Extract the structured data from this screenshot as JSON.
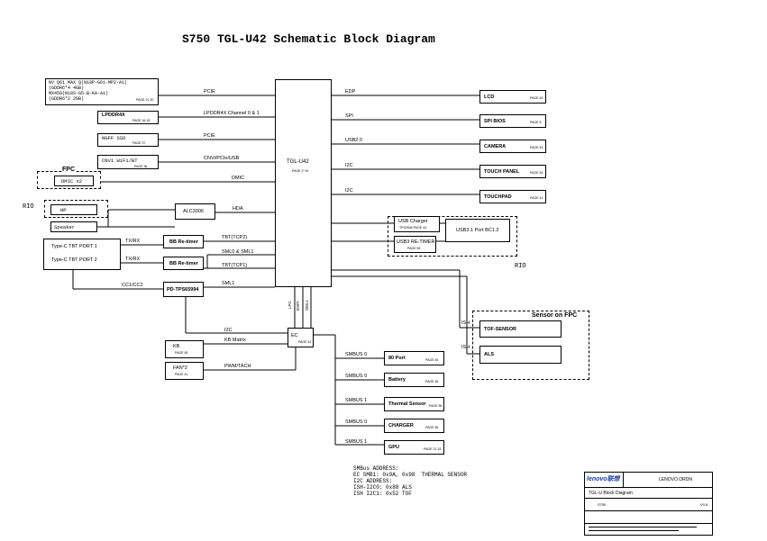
{
  "title": "S750  TGL-U42 Schematic Block Diagram",
  "cpu": {
    "name": "TGL-U42",
    "page": "PAGE 2~19"
  },
  "left_blocks": {
    "nv_gpu": {
      "line1": "NV Q61 MAX Q(N18P-G61-MP2-A1)",
      "line2": "(GDDR6*4  4GB)",
      "line3": "MX450(N18S-G5-B-KA-A1)",
      "line4": "(GDDR6*2  2GB)",
      "page": "PAGE 21-30"
    },
    "lpddr4x": {
      "label": "LPDDR4X",
      "page": "PAGE 16-18"
    },
    "ngff_ssd": {
      "label": "NGFF SSD",
      "page": "PAGE 37"
    },
    "cnvi": {
      "label": "CNVi WiFi/BT",
      "page": "PAGE 36"
    },
    "fpc_label": "FPC",
    "dmic": {
      "label": "DMIC x2"
    },
    "rio_label": "RIO",
    "hp": {
      "label": "HP"
    },
    "speaker": {
      "label": "Speaker"
    },
    "alc": {
      "label": "ALC3306"
    },
    "typec": {
      "line1": "Type-C TBT PORT 1",
      "line2": "Type-C TBT PORT 2"
    },
    "retimer1": {
      "label": "BB Re-timer"
    },
    "retimer2": {
      "label": "BB Re-timer"
    },
    "pd": {
      "label": "PD-TPS65994"
    },
    "kb": {
      "label": "KB",
      "page": "PAGE 45"
    },
    "fan": {
      "label": "FAN*2",
      "page": "PAGE 41"
    },
    "ec": {
      "label": "EC",
      "page": "PAGE 42"
    }
  },
  "right_blocks": {
    "lcd": {
      "label": "LCD",
      "page": "PAGE 43"
    },
    "spi_bios": {
      "label": "SPI BIOS",
      "page": "PAGE 8"
    },
    "camera": {
      "label": "CAMERA",
      "page": "PAGE 43"
    },
    "touch_panel": {
      "label": "TOUCH PANEL",
      "page": "PAGE 43"
    },
    "touchpad": {
      "label": "TOUCHPAD",
      "page": "PAGE 41"
    },
    "usb_charger": {
      "label": "USB Charger",
      "page": "TPS2546 PAGE 43"
    },
    "usb3_retimer": {
      "label": "USB3 RE-TIMER",
      "page": "PAGE 53"
    },
    "usb31_port": {
      "label": "USB3.1 Port BC1.2"
    },
    "rio_label": "RIO",
    "sensor_fpc_label": "Sensor on FPC",
    "tof": {
      "label": "TOF-SENSOR"
    },
    "als": {
      "label": "ALS"
    },
    "port80": {
      "label": "80 Port",
      "page": "PAGE 45"
    },
    "battery": {
      "label": "Battery",
      "page": "PAGE 45"
    },
    "thermal": {
      "label": "Thermal Sensor",
      "page": "PAGE 56"
    },
    "charger": {
      "label": "CHARGER",
      "page": "PAGE 56"
    },
    "gpu": {
      "label": "GPU",
      "page": "PAGE 21-33"
    }
  },
  "nets": {
    "pcie1": "PCIE",
    "lpddr_ch": "LPDDR4X Channel 0 & 1",
    "pcie2": "PCIE",
    "cnvi": "CNVi/PCIe/USB",
    "dmic": "DMIC",
    "hda": "HDA",
    "txrx1": "TX/RX",
    "txrx2": "TX/RX",
    "tbt2": "TBT(TCP2)",
    "smlo": "SML0 & SML1",
    "tbt1": "TBT(TCP1)",
    "cc": "CC1/CC2",
    "sml1": "SML1",
    "i2c_ec": "I2C",
    "kbm": "KB Matrix",
    "pwm": "PWM/TACH",
    "edp": "EDP",
    "spi": "SPI",
    "usb2": "USB2.0",
    "i2c1": "I2C",
    "i2c2": "I2C",
    "ish1": "ISH",
    "ish2": "ISH",
    "smb0a": "SMBUS 0",
    "smb0b": "SMBUS 0",
    "smb1a": "SMBUS 1",
    "smb0c": "SMBUS 0",
    "smb1b": "SMBUS 1",
    "v_lpc": "LPC",
    "v_espi": "ESPI",
    "v_sml": "SML1"
  },
  "notes": "SMBus ADDRESS:\nEC SMB1: 0x9A, 0x98  THERMAL SENSOR\nI2C ADDRESS:\nISH-I2C0: 0x88 ALS\nISH I2C1: 0x52 TOF",
  "title_block": {
    "logo": "lenovo联想",
    "company": "LENOVO.ORDN",
    "doc_title": "TGL-U Block Diagram",
    "model": "S750",
    "rev": "V0.6"
  },
  "colors": {
    "line": "#000000",
    "background": "#ffffff",
    "logo_blue": "#1a3fa6"
  }
}
